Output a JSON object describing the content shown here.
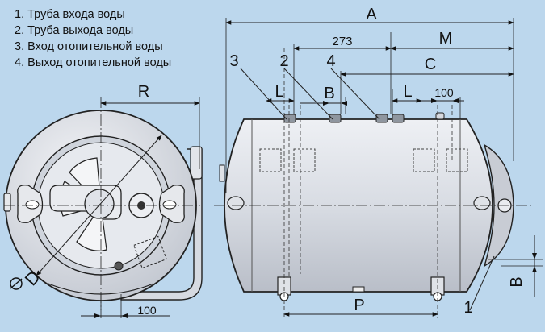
{
  "legend": [
    "1. Труба входа воды",
    "2. Труба выхода воды",
    "3. Вход отопительной воды",
    "4. Выход отопительной воды"
  ],
  "dimensions": {
    "A": "A",
    "M": "M",
    "C": "C",
    "d273": "273",
    "R": "R",
    "D": "D",
    "L1": "L",
    "L2": "L",
    "B_top": "B",
    "B_side": "B",
    "P": "P",
    "d100_top": "100",
    "d100_bottom": "100"
  },
  "callouts": {
    "c1": "1",
    "c2": "2",
    "c3": "3",
    "c4": "4"
  },
  "colors": {
    "background": "#bcd7ed",
    "tank_body": "#d9dde4",
    "outline": "#222222"
  }
}
